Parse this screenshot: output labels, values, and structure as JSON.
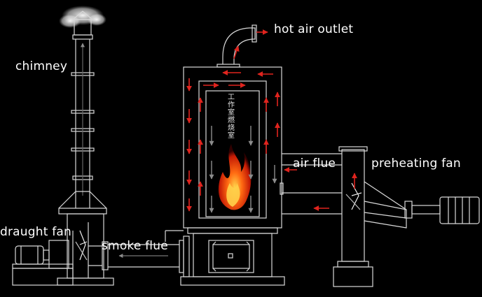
{
  "labels": {
    "chimney": "chimney",
    "hot_air_outlet": "hot air outlet",
    "air_flue": "air flue",
    "preheating_fan": "preheating fan",
    "draught_fan": "draught fan",
    "smoke_flue": "smoke flue",
    "chamber": "工作室燃烧室"
  },
  "colors": {
    "background": "#000000",
    "line": "#d8d8d8",
    "arrow_hot": "#e0241e",
    "arrow_cold": "#9a9a9a",
    "flame": "#ff5a10"
  }
}
